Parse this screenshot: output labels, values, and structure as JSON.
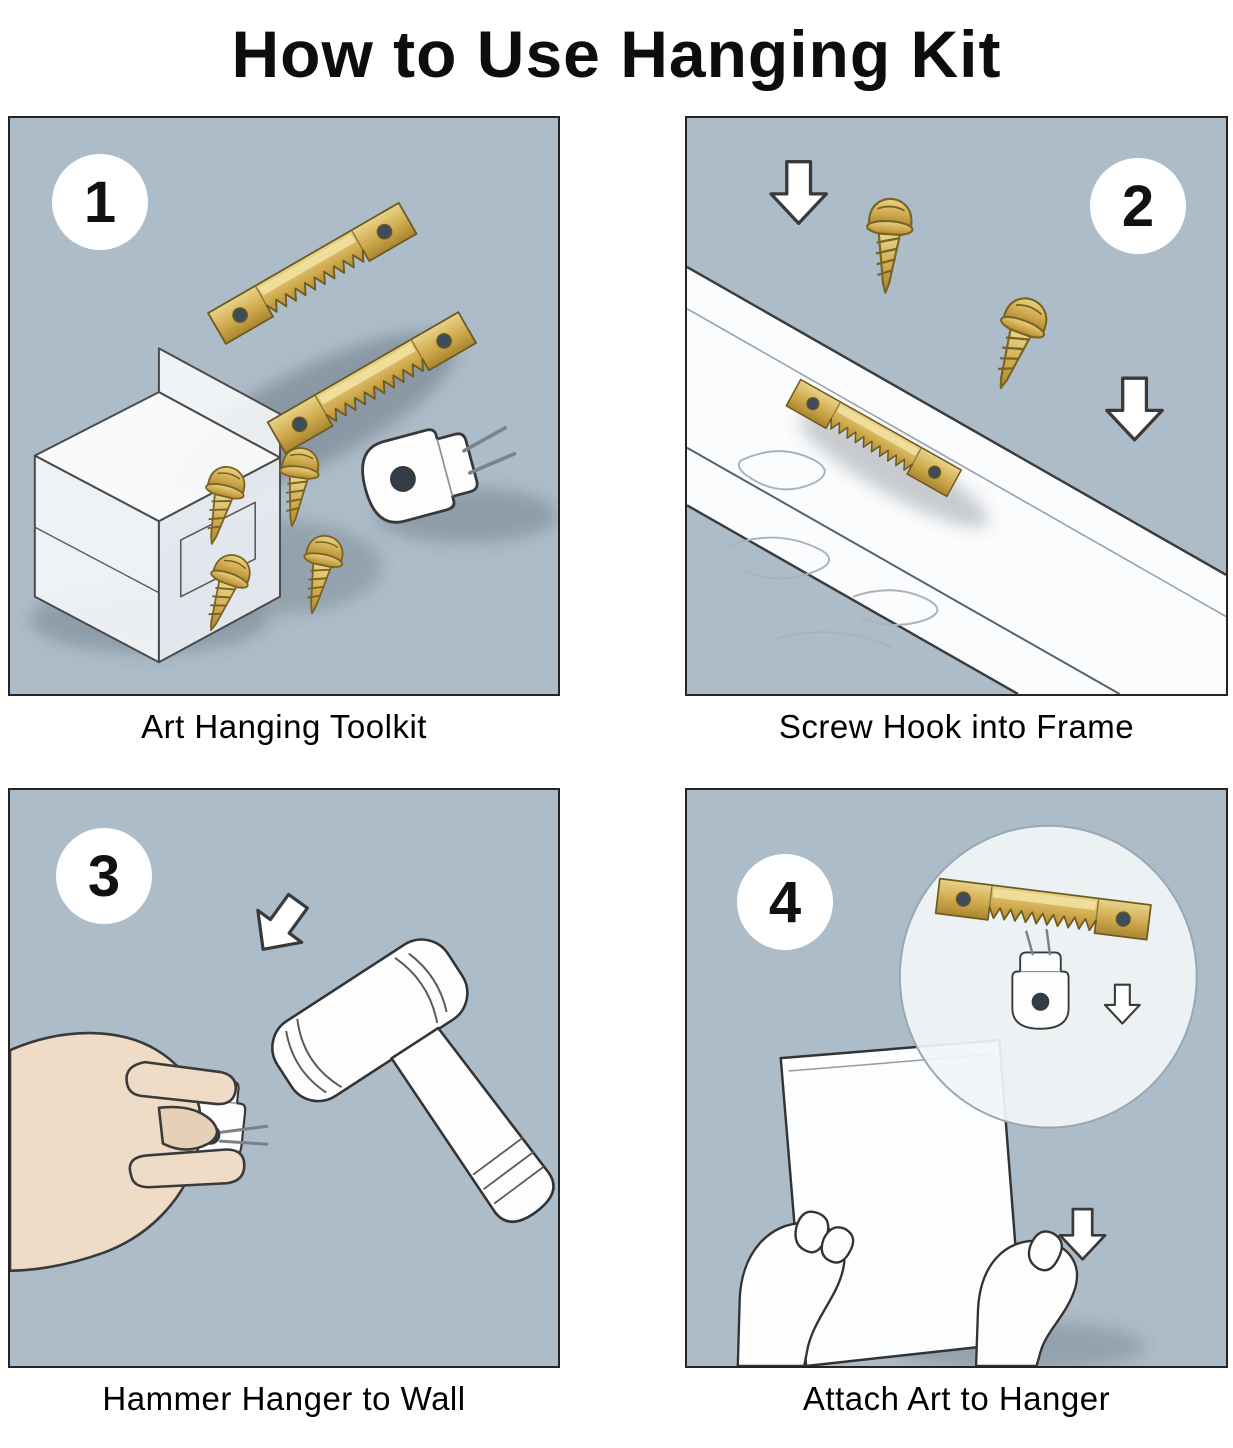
{
  "title": "How to Use Hanging  Kit",
  "steps": [
    {
      "number": "1",
      "caption": "Art Hanging Toolkit"
    },
    {
      "number": "2",
      "caption": "Screw Hook into Frame"
    },
    {
      "number": "3",
      "caption": "Hammer Hanger to Wall"
    },
    {
      "number": "4",
      "caption": "Attach Art to Hanger"
    }
  ],
  "colors": {
    "panel_background": "#adbcc9",
    "brass": "#cfa94d",
    "outline": "#333333",
    "skin": "#eedcc6",
    "white_parts": "#fdfdfe"
  },
  "icons": {
    "sawtooth-hanger-icon": "gold sawtooth picture hanger",
    "screw-icon": "gold wood screw",
    "down-arrow-icon": "white outlined downward arrow",
    "hook-icon": "white wall hook with pins",
    "hammer-icon": "hammer",
    "hand-icon": "hand holding part",
    "canvas-icon": "picture canvas held by hands",
    "storage-box-icon": "clear storage box",
    "frame-board-icon": "wooden picture frame board",
    "magnifier-circle": "zoom detail circle"
  }
}
